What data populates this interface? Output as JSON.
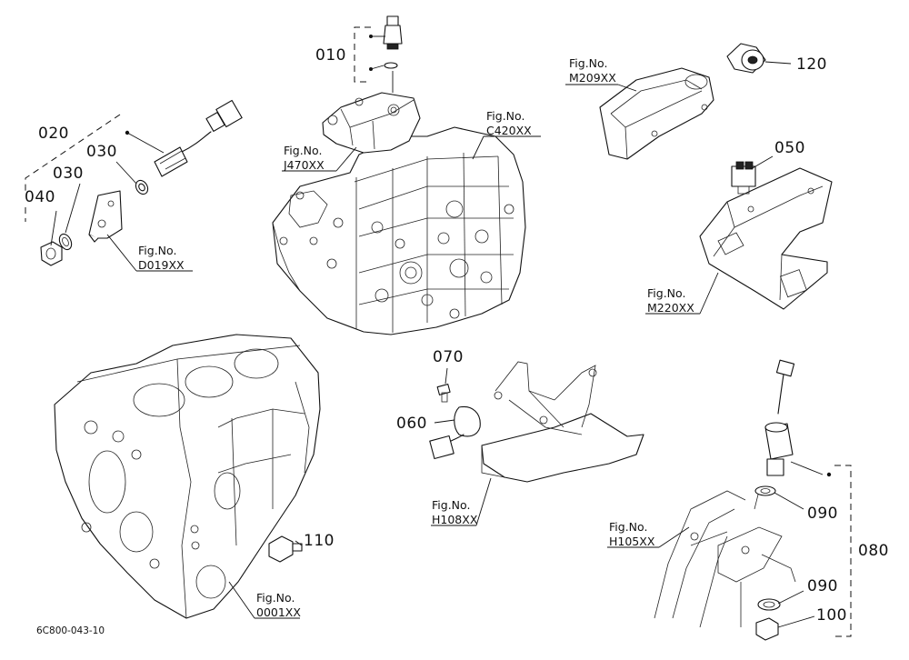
{
  "diagram_code": "6C800-043-10",
  "part_numbers": {
    "p010": "010",
    "p020": "020",
    "p030a": "030",
    "p030b": "030",
    "p040": "040",
    "p050": "050",
    "p060": "060",
    "p070": "070",
    "p080": "080",
    "p090a": "090",
    "p090b": "090",
    "p100": "100",
    "p110": "110",
    "p120": "120"
  },
  "figure_refs": {
    "fig_label": "Fig.No.",
    "d019": "D019XX",
    "j470": "J470XX",
    "c420": "C420XX",
    "m209": "M209XX",
    "m220": "M220XX",
    "h108": "H108XX",
    "h105": "H105XX",
    "f0001": "0001XX"
  }
}
